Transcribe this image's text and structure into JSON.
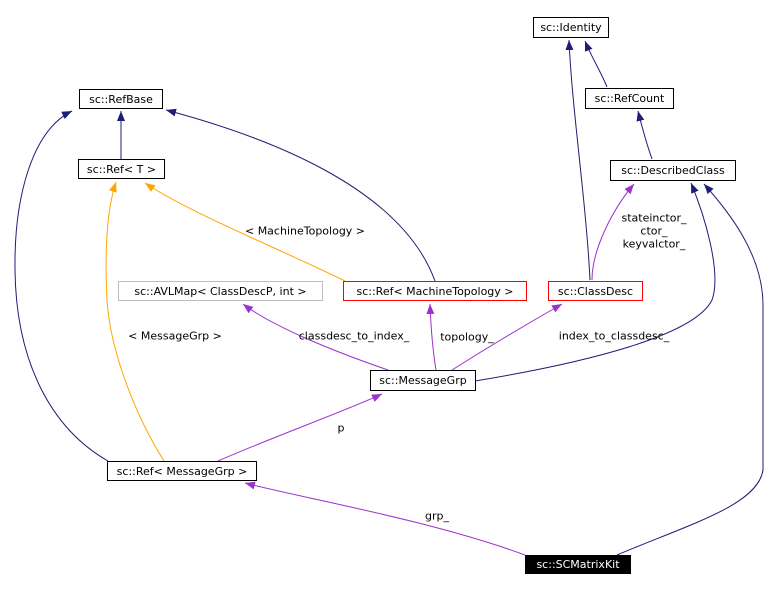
{
  "colors": {
    "inheritance": "#1d1d75",
    "usage": "#9a32cd",
    "template": "#ffa500",
    "box_border": "#000000",
    "box_border_red": "#ff0000",
    "box_border_gray": "#bebebe",
    "focus_bg": "#000000",
    "focus_text": "#ffffff"
  },
  "nodes": {
    "identity": {
      "label": "sc::Identity"
    },
    "refcount": {
      "label": "sc::RefCount"
    },
    "refbase": {
      "label": "sc::RefBase"
    },
    "ref_t": {
      "label": "sc::Ref< T >"
    },
    "described_class": {
      "label": "sc::DescribedClass"
    },
    "avlmap": {
      "label": "sc::AVLMap< ClassDescP, int >"
    },
    "ref_machine_topology": {
      "label": "sc::Ref< MachineTopology >"
    },
    "class_desc": {
      "label": "sc::ClassDesc"
    },
    "message_grp": {
      "label": "sc::MessageGrp"
    },
    "ref_message_grp": {
      "label": "sc::Ref< MessageGrp >"
    },
    "sc_matrix_kit": {
      "label": "sc::SCMatrixKit"
    }
  },
  "edge_labels": {
    "template_machine_topology": "< MachineTopology >",
    "template_message_grp": "< MessageGrp >",
    "classdesc_to_index": "classdesc_to_index_",
    "topology": "topology_",
    "index_to_classdesc": "index_to_classdesc_",
    "class_desc_members": "stateinctor_\nctor_\nkeyvalctor_",
    "p": "p",
    "grp": "grp_"
  }
}
